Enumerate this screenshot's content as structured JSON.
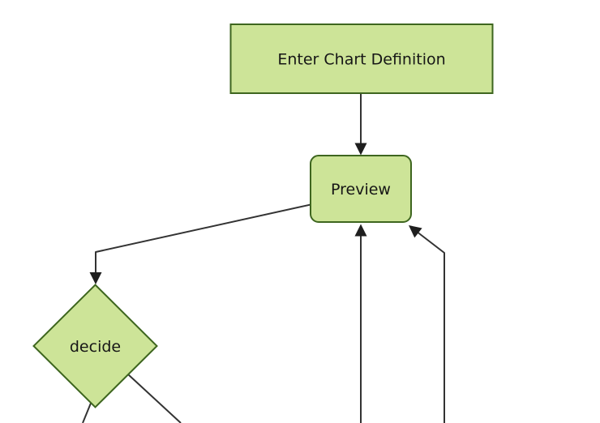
{
  "diagram": {
    "type": "flowchart",
    "direction": "top-down",
    "nodes": [
      {
        "id": "A",
        "label": "Enter Chart Definition",
        "shape": "rectangle"
      },
      {
        "id": "B",
        "label": "Preview",
        "shape": "rounded-rectangle"
      },
      {
        "id": "C",
        "label": "decide",
        "shape": "diamond"
      }
    ],
    "edges": [
      {
        "from": "Enter Chart Definition",
        "to": "Preview",
        "arrowhead": true
      },
      {
        "from": "Preview",
        "to": "decide",
        "arrowhead": true
      },
      {
        "from": "(offscreen below, left line)",
        "to": "Preview",
        "arrowhead": true
      },
      {
        "from": "(offscreen below, right line)",
        "to": "Preview",
        "arrowhead": true
      },
      {
        "from": "decide",
        "to": "(offscreen below, left line)",
        "arrowhead": false
      },
      {
        "from": "decide",
        "to": "(offscreen below, right line)",
        "arrowhead": false
      }
    ]
  },
  "theme": {
    "background": "#ffffff",
    "node_fill": "#cde498",
    "node_stroke": "#3e661f",
    "edge_color": "#333333",
    "arrowhead_color": "#1f1f1f",
    "text_color": "#161616"
  }
}
